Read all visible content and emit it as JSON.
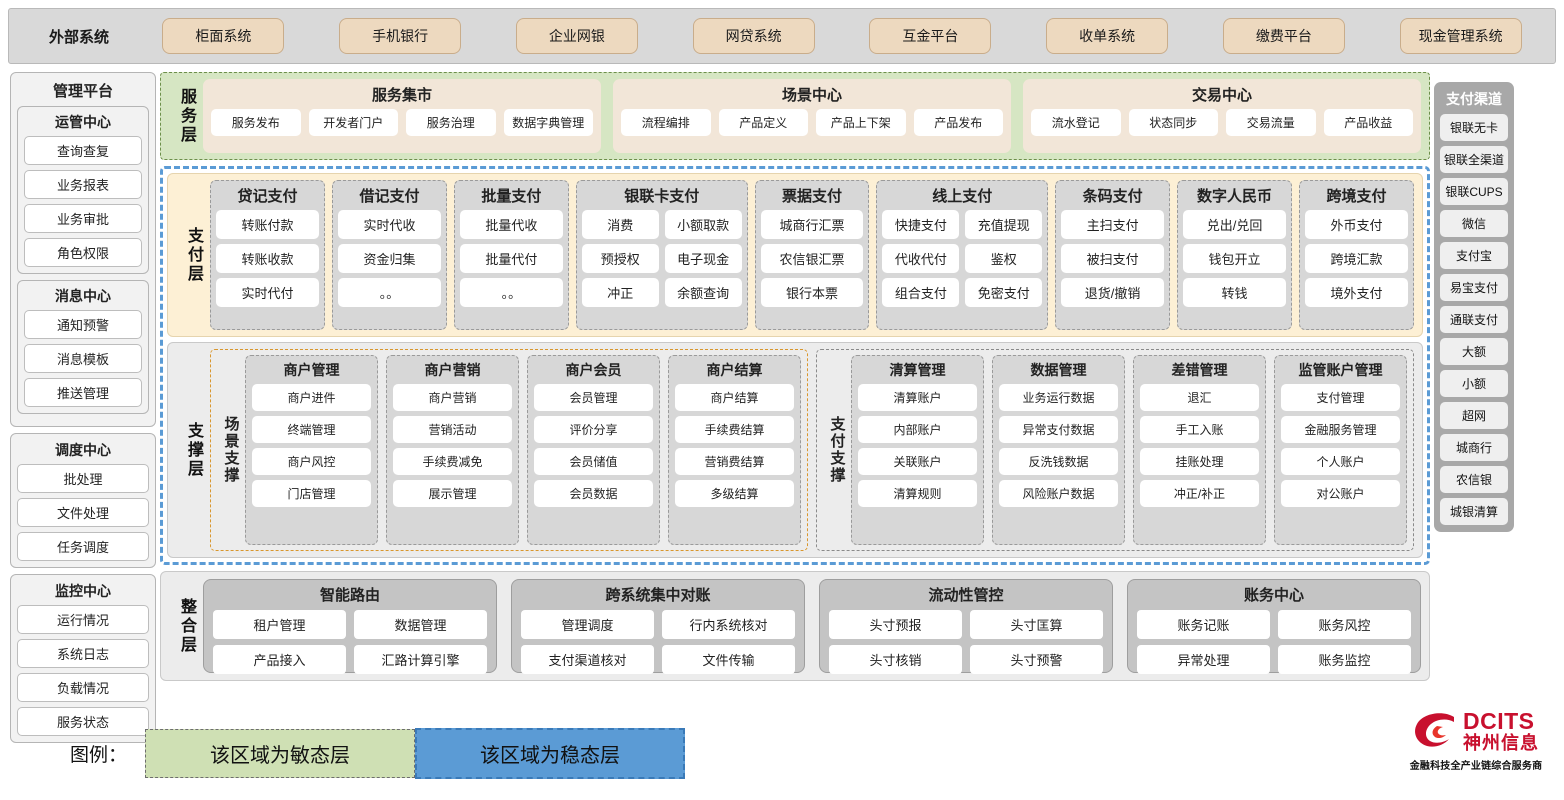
{
  "external": {
    "title": "外部系统",
    "items": [
      "柜面系统",
      "手机银行",
      "企业网银",
      "网贷系统",
      "互金平台",
      "收单系统",
      "缴费平台",
      "现金管理系统"
    ]
  },
  "management": {
    "title": "管理平台",
    "groups": [
      {
        "title": "运管中心",
        "items": [
          "查询查复",
          "业务报表",
          "业务审批",
          "角色权限"
        ]
      },
      {
        "title": "消息中心",
        "items": [
          "通知预警",
          "消息模板",
          "推送管理"
        ]
      }
    ],
    "standalone": [
      {
        "title": "调度中心",
        "items": [
          "批处理",
          "文件处理",
          "任务调度"
        ]
      },
      {
        "title": "监控中心",
        "items": [
          "运行情况",
          "系统日志",
          "负载情况",
          "服务状态"
        ]
      }
    ]
  },
  "channels": {
    "title": "支付渠道",
    "items": [
      "银联无卡",
      "银联全渠道",
      "银联CUPS",
      "微信",
      "支付宝",
      "易宝支付",
      "通联支付",
      "大额",
      "小额",
      "超网",
      "城商行",
      "农信银",
      "城银清算"
    ]
  },
  "service_layer": {
    "label": "服务层",
    "groups": [
      {
        "title": "服务集市",
        "items": [
          "服务发布",
          "开发者门户",
          "服务治理",
          "数据字典管理"
        ]
      },
      {
        "title": "场景中心",
        "items": [
          "流程编排",
          "产品定义",
          "产品上下架",
          "产品发布"
        ]
      },
      {
        "title": "交易中心",
        "items": [
          "流水登记",
          "状态同步",
          "交易流量",
          "产品收益"
        ]
      }
    ]
  },
  "pay_layer": {
    "label": "支付层",
    "groups": [
      {
        "title": "贷记支付",
        "cols": 1,
        "items": [
          [
            "转账付款"
          ],
          [
            "转账收款"
          ],
          [
            "实时代付"
          ]
        ]
      },
      {
        "title": "借记支付",
        "cols": 1,
        "items": [
          [
            "实时代收"
          ],
          [
            "资金归集"
          ],
          [
            "。。"
          ]
        ]
      },
      {
        "title": "批量支付",
        "cols": 1,
        "items": [
          [
            "批量代收"
          ],
          [
            "批量代付"
          ],
          [
            "。。"
          ]
        ]
      },
      {
        "title": "银联卡支付",
        "cols": 2,
        "items": [
          [
            "消费",
            "小额取款"
          ],
          [
            "预授权",
            "电子现金"
          ],
          [
            "冲正",
            "余额查询"
          ]
        ]
      },
      {
        "title": "票据支付",
        "cols": 1,
        "items": [
          [
            "城商行汇票"
          ],
          [
            "农信银汇票"
          ],
          [
            "银行本票"
          ]
        ]
      },
      {
        "title": "线上支付",
        "cols": 2,
        "items": [
          [
            "快捷支付",
            "充值提现"
          ],
          [
            "代收代付",
            "鉴权"
          ],
          [
            "组合支付",
            "免密支付"
          ]
        ]
      },
      {
        "title": "条码支付",
        "cols": 1,
        "items": [
          [
            "主扫支付"
          ],
          [
            "被扫支付"
          ],
          [
            "退货/撤销"
          ]
        ]
      },
      {
        "title": "数字人民币",
        "cols": 1,
        "items": [
          [
            "兑出/兑回"
          ],
          [
            "钱包开立"
          ],
          [
            "转钱"
          ]
        ]
      },
      {
        "title": "跨境支付",
        "cols": 1,
        "items": [
          [
            "外币支付"
          ],
          [
            "跨境汇款"
          ],
          [
            "境外支付"
          ]
        ]
      }
    ]
  },
  "support_layer": {
    "label": "支撑层",
    "halves": [
      {
        "label": "场景支撑",
        "groups": [
          {
            "title": "商户管理",
            "items": [
              "商户进件",
              "终端管理",
              "商户风控",
              "门店管理"
            ]
          },
          {
            "title": "商户营销",
            "items": [
              "商户营销",
              "营销活动",
              "手续费减免",
              "展示管理"
            ]
          },
          {
            "title": "商户会员",
            "items": [
              "会员管理",
              "评价分享",
              "会员储值",
              "会员数据"
            ]
          },
          {
            "title": "商户结算",
            "items": [
              "商户结算",
              "手续费结算",
              "营销费结算",
              "多级结算"
            ]
          }
        ]
      },
      {
        "label": "支付支撑",
        "groups": [
          {
            "title": "清算管理",
            "items": [
              "清算账户",
              "内部账户",
              "关联账户",
              "清算规则"
            ]
          },
          {
            "title": "数据管理",
            "items": [
              "业务运行数据",
              "异常支付数据",
              "反洗钱数据",
              "风险账户数据"
            ]
          },
          {
            "title": "差错管理",
            "items": [
              "退汇",
              "手工入账",
              "挂账处理",
              "冲正/补正"
            ]
          },
          {
            "title": "监管账户管理",
            "items": [
              "支付管理",
              "金融服务管理",
              "个人账户",
              "对公账户"
            ]
          }
        ]
      }
    ]
  },
  "integration_layer": {
    "label": "整合层",
    "groups": [
      {
        "title": "智能路由",
        "items": [
          [
            "租户管理",
            "数据管理"
          ],
          [
            "产品接入",
            "汇路计算引擎"
          ]
        ]
      },
      {
        "title": "跨系统集中对账",
        "items": [
          [
            "管理调度",
            "行内系统核对"
          ],
          [
            "支付渠道核对",
            "文件传输"
          ]
        ]
      },
      {
        "title": "流动性管控",
        "items": [
          [
            "头寸预报",
            "头寸匡算"
          ],
          [
            "头寸核销",
            "头寸预警"
          ]
        ]
      },
      {
        "title": "账务中心",
        "items": [
          [
            "账务记账",
            "账务风控"
          ],
          [
            "异常处理",
            "账务监控"
          ]
        ]
      }
    ]
  },
  "legend": {
    "label": "图例：",
    "agile": "该区域为敏态层",
    "stable": "该区域为稳态层",
    "agile_color": "#cfe0b4",
    "stable_color": "#5b9bd5"
  },
  "logo": {
    "brand": "DCITS",
    "brand_cn": "神州信息",
    "tagline": "金融科技全产业链综合服务商",
    "color": "#c8102e"
  }
}
